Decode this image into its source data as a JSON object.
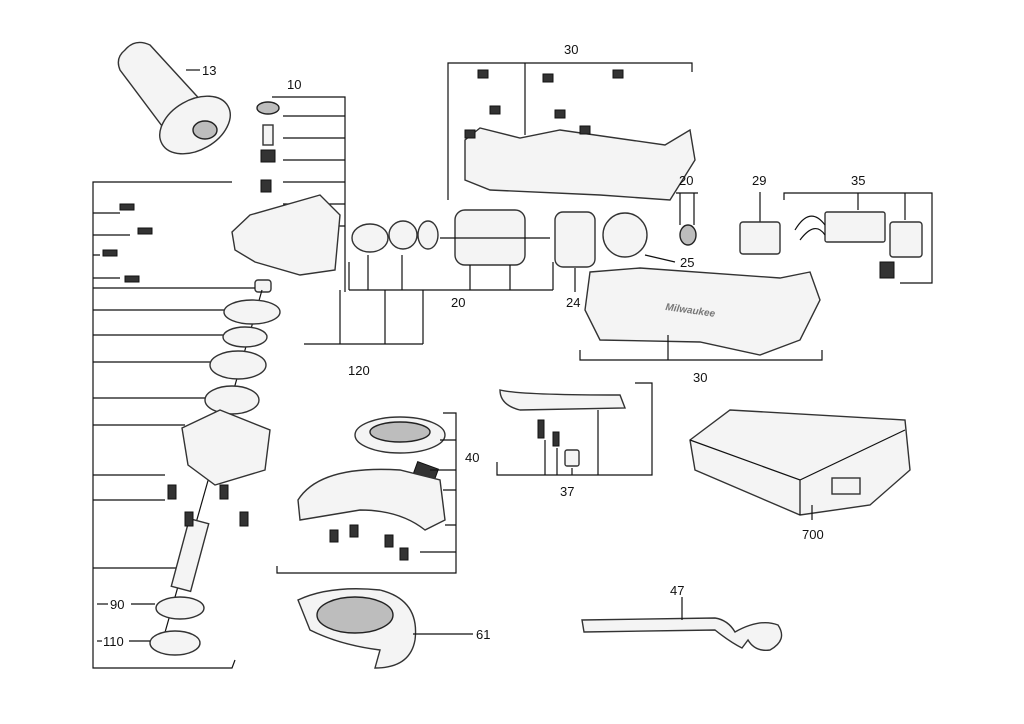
{
  "diagram": {
    "type": "exploded parts diagram",
    "brand_logo_text": "Milwaukee",
    "callouts": {
      "side_handle": "13",
      "gear_head_group": "10",
      "top_housing": "30",
      "brush_holder": "20",
      "switch": "29",
      "battery_terminal": "35",
      "field_ring": "25",
      "field": "24",
      "armature_group": "20",
      "gear_assembly": "120",
      "motor_housing": "30",
      "guard_adapter": "40",
      "switch_lever": "37",
      "carry_case": "700",
      "spanner_wrench": "47",
      "inner_flange": "90",
      "outer_flange": "110",
      "wheel_guard": "61"
    }
  }
}
